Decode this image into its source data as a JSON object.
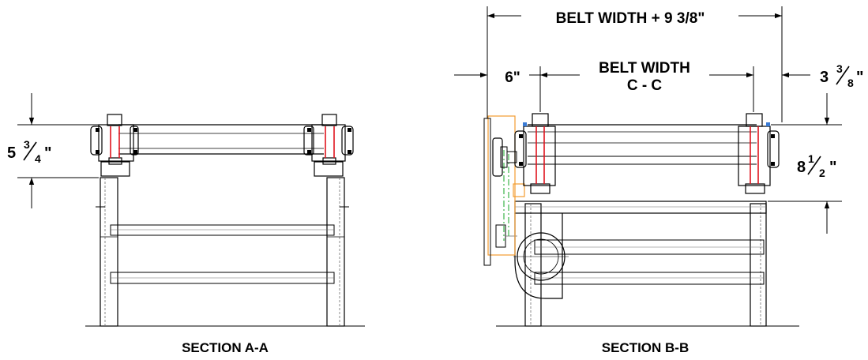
{
  "section_a": {
    "title": "SECTION A-A",
    "dim_whole": "5",
    "dim_num": "3",
    "dim_den": "4",
    "dim_unit": "\""
  },
  "section_b": {
    "title": "SECTION B-B",
    "overall_width": "BELT WIDTH + 9 3/8\"",
    "belt_width_line1": "BELT WIDTH",
    "belt_width_line2": "C - C",
    "left_offset": "6\"",
    "right_whole": "3",
    "right_num": "3",
    "right_den": "8",
    "right_unit": "\"",
    "height_whole": "8",
    "height_num": "1",
    "height_den": "2",
    "height_unit": "\""
  },
  "colors": {
    "line": "#000000",
    "hidden": "#6e6e6e",
    "bearing": "#e0141e",
    "guard": "#f29b2f",
    "chain": "#3cb44b"
  }
}
